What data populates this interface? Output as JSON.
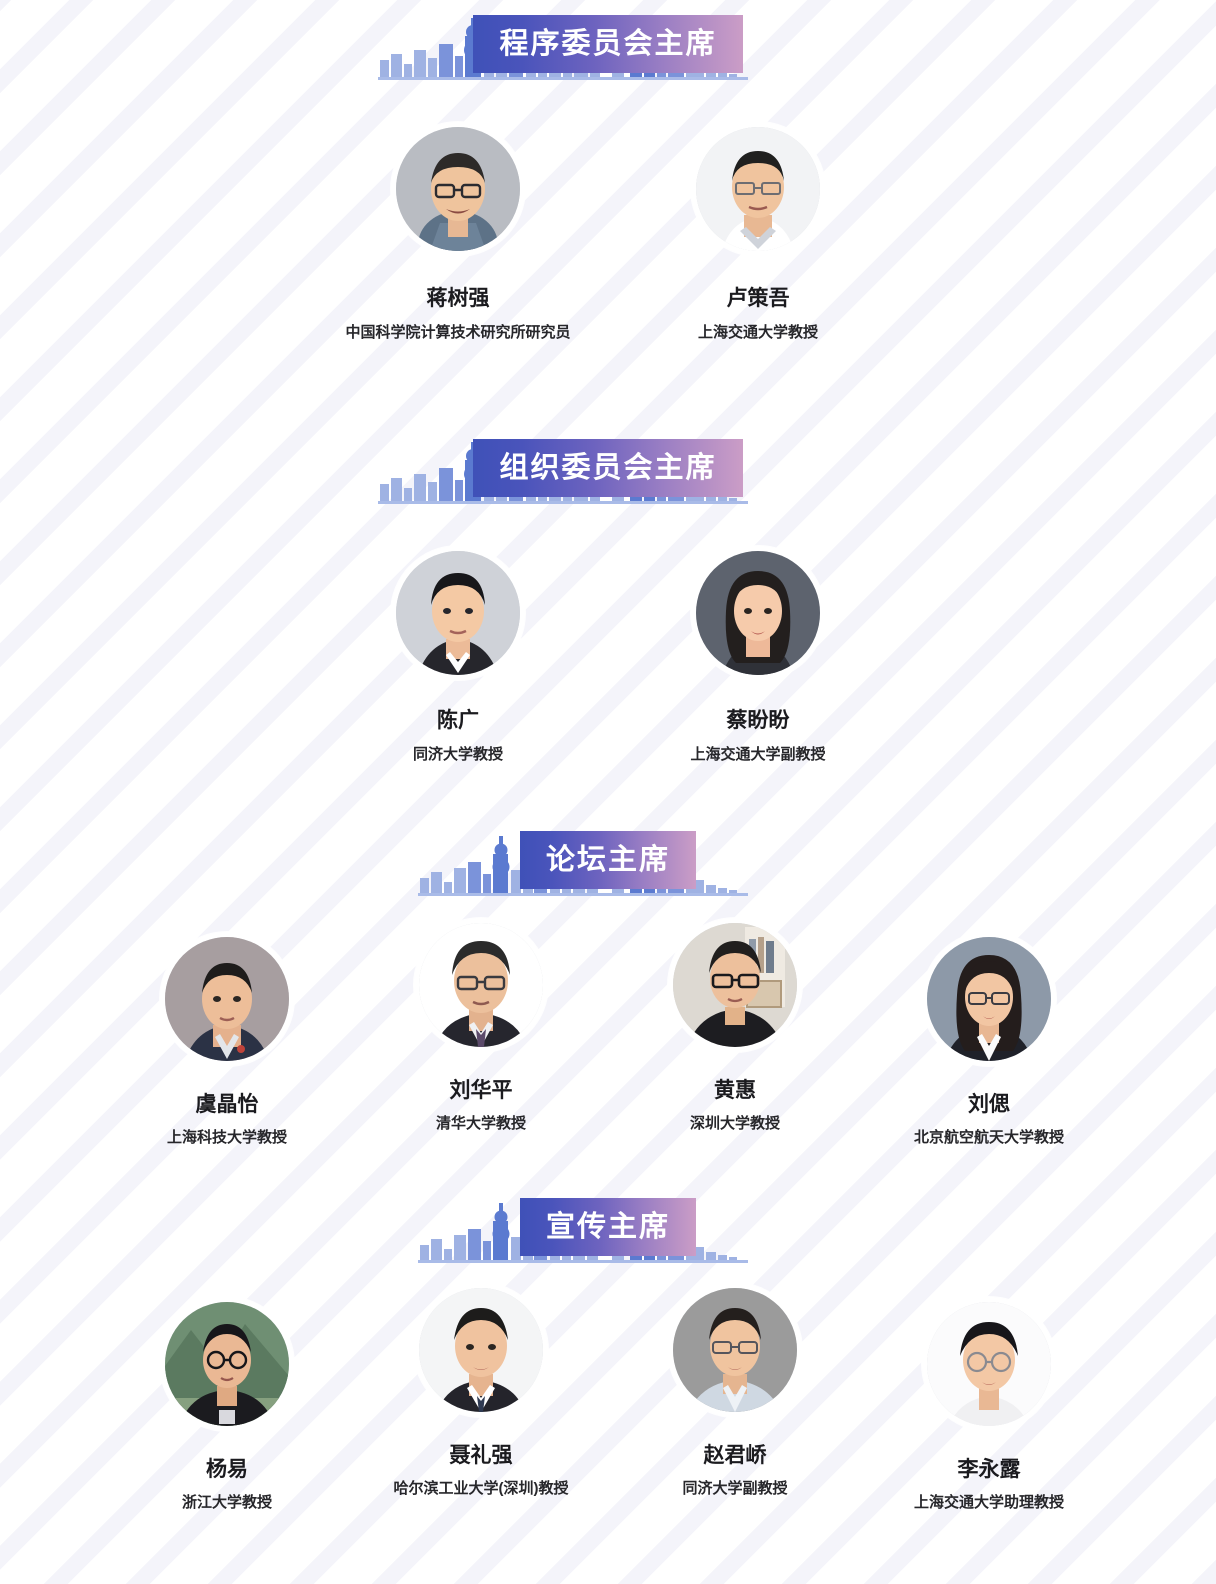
{
  "theme": {
    "gradient_start": "#3f51b8",
    "gradient_end": "#cb9dc6",
    "skyline_color": "#7b93da",
    "background": "#ffffff",
    "stripe": "#f4f4fa",
    "name_color": "#1b1b1f",
    "affiliation_color": "#27272b"
  },
  "sections": [
    {
      "id": "program-committee-chairs",
      "title": "程序委员会主席",
      "people": [
        {
          "name": "蒋树强",
          "affiliation": "中国科学院计算技术研究所研究员"
        },
        {
          "name": "卢策吾",
          "affiliation": "上海交通大学教授"
        }
      ]
    },
    {
      "id": "organizing-committee-chairs",
      "title": "组织委员会主席",
      "people": [
        {
          "name": "陈广",
          "affiliation": "同济大学教授"
        },
        {
          "name": "蔡盼盼",
          "affiliation": "上海交通大学副教授"
        }
      ]
    },
    {
      "id": "forum-chairs",
      "title": "论坛主席",
      "people": [
        {
          "name": "虞晶怡",
          "affiliation": "上海科技大学教授"
        },
        {
          "name": "刘华平",
          "affiliation": "清华大学教授"
        },
        {
          "name": "黄惠",
          "affiliation": "深圳大学教授"
        },
        {
          "name": "刘偲",
          "affiliation": "北京航空航天大学教授"
        }
      ]
    },
    {
      "id": "publicity-chairs",
      "title": "宣传主席",
      "people": [
        {
          "name": "杨易",
          "affiliation": "浙江大学教授"
        },
        {
          "name": "聂礼强",
          "affiliation": "哈尔滨工业大学(深圳)教授"
        },
        {
          "name": "赵君峤",
          "affiliation": "同济大学副教授"
        },
        {
          "name": "李永露",
          "affiliation": "上海交通大学助理教授"
        }
      ]
    }
  ]
}
